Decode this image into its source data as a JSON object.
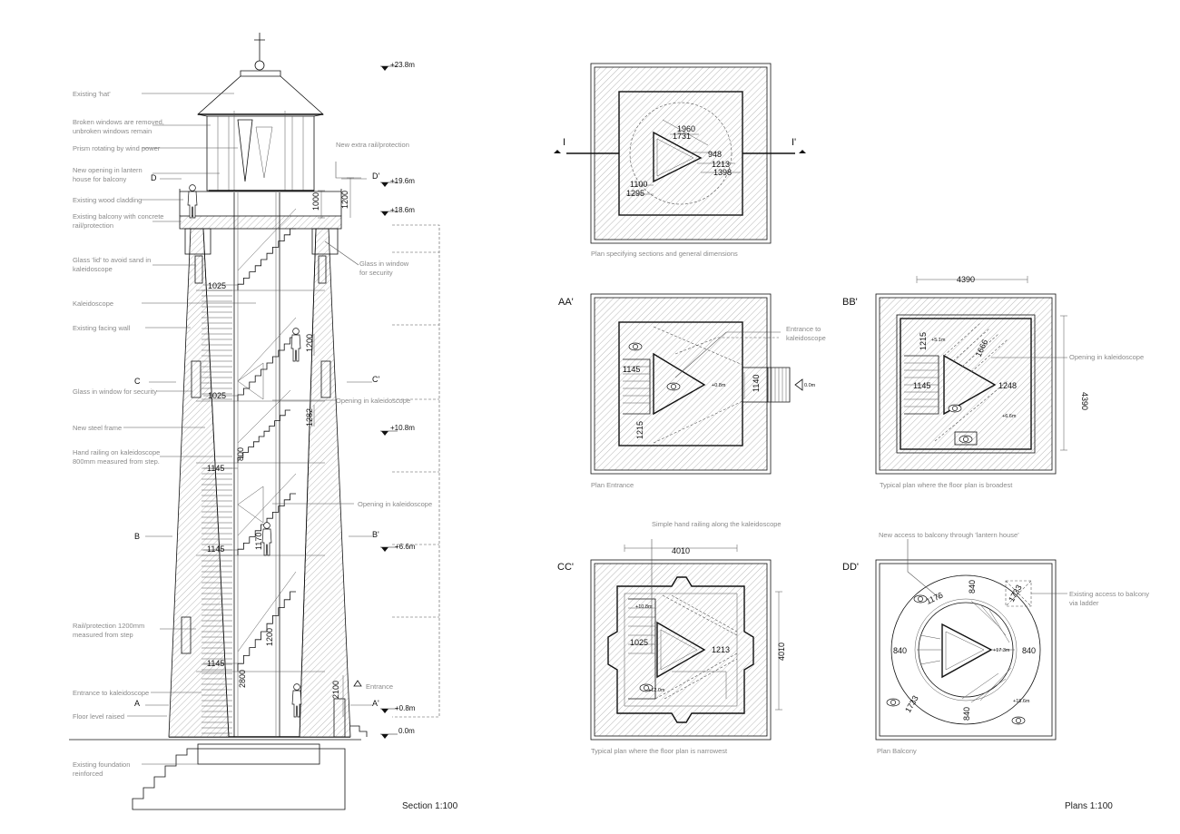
{
  "section": {
    "notes_left": [
      "Existing 'hat'",
      "Broken windows are removed,",
      "unbroken windows remain",
      "Prism rotating by wind power",
      "New opening in lantern",
      "house for balcony",
      "Existing wood cladding",
      "Existing balcony with concrete",
      "rail/protection",
      "Glass 'lid' to avoid sand in",
      "kaleidoscope",
      "Kaleidoscope",
      "Existing facing wall",
      "Glass in window for security",
      "New steel frame",
      "Hand railing on kaleidoscope",
      "800mm measured from step.",
      "Rail/protection 1200mm",
      "measured from step",
      "Entrance to kaleidoscope",
      "Floor level raised",
      "Existing foundation",
      "reinforced"
    ],
    "notes_right": [
      "New extra rail/protection",
      "Glass in window",
      "for security",
      "Opening in kaleidoscope",
      "Opening in kaleidoscope",
      "Entrance"
    ],
    "levels": [
      "+23.8m",
      "+19.6m",
      "+18.6m",
      "+10.8m",
      "+6.6m",
      "+0.8m",
      "0.0m"
    ],
    "cut_marks": [
      "D",
      "D'",
      "C",
      "C'",
      "B",
      "B'",
      "A",
      "A'"
    ],
    "dimensions": [
      "1000",
      "1200",
      "1025",
      "1200",
      "1025",
      "1282",
      "800",
      "1145",
      "1170",
      "1145",
      "1200",
      "1145",
      "2800",
      "2100"
    ],
    "scale_label": "Section 1:100"
  },
  "plans": {
    "general": {
      "cut_left": "I",
      "cut_right": "I'",
      "dims": [
        "1960",
        "1731",
        "948",
        "1213",
        "1398",
        "1100",
        "1295"
      ],
      "caption": "Plan specifying sections and general dimensions"
    },
    "aa": {
      "label": "AA'",
      "dims": [
        "1145",
        "1215",
        "1140"
      ],
      "levels": [
        "+0.8m",
        "0.0m"
      ],
      "note": [
        "Entrance to",
        "kaleidoscope"
      ],
      "caption": "Plan Entrance"
    },
    "bb": {
      "label": "BB'",
      "dims": [
        "4390",
        "1215",
        "1666",
        "1145",
        "1248",
        "4390"
      ],
      "levels": [
        "+5.1m",
        "+6.6m"
      ],
      "note": "Opening in kaleidoscope",
      "caption": "Typical plan where the floor plan is broadest"
    },
    "cc": {
      "label": "CC'",
      "top_note": "Simple hand railing along the kaleidoscope",
      "dims": [
        "4010",
        "1025",
        "1213",
        "4010"
      ],
      "levels": [
        "+10.8m",
        "+12.0m"
      ],
      "caption": "Typical plan where the floor plan is narrowest"
    },
    "dd": {
      "label": "DD'",
      "top_note": "New access to balcony through 'lantern house'",
      "dims": [
        "1176",
        "840",
        "1733",
        "840",
        "840",
        "1733",
        "840"
      ],
      "levels": [
        "+17.3m",
        "+18.6m"
      ],
      "note": [
        "Existing access to balcony",
        "via ladder"
      ],
      "caption": "Plan Balcony"
    },
    "scale_label": "Plans 1:100"
  }
}
